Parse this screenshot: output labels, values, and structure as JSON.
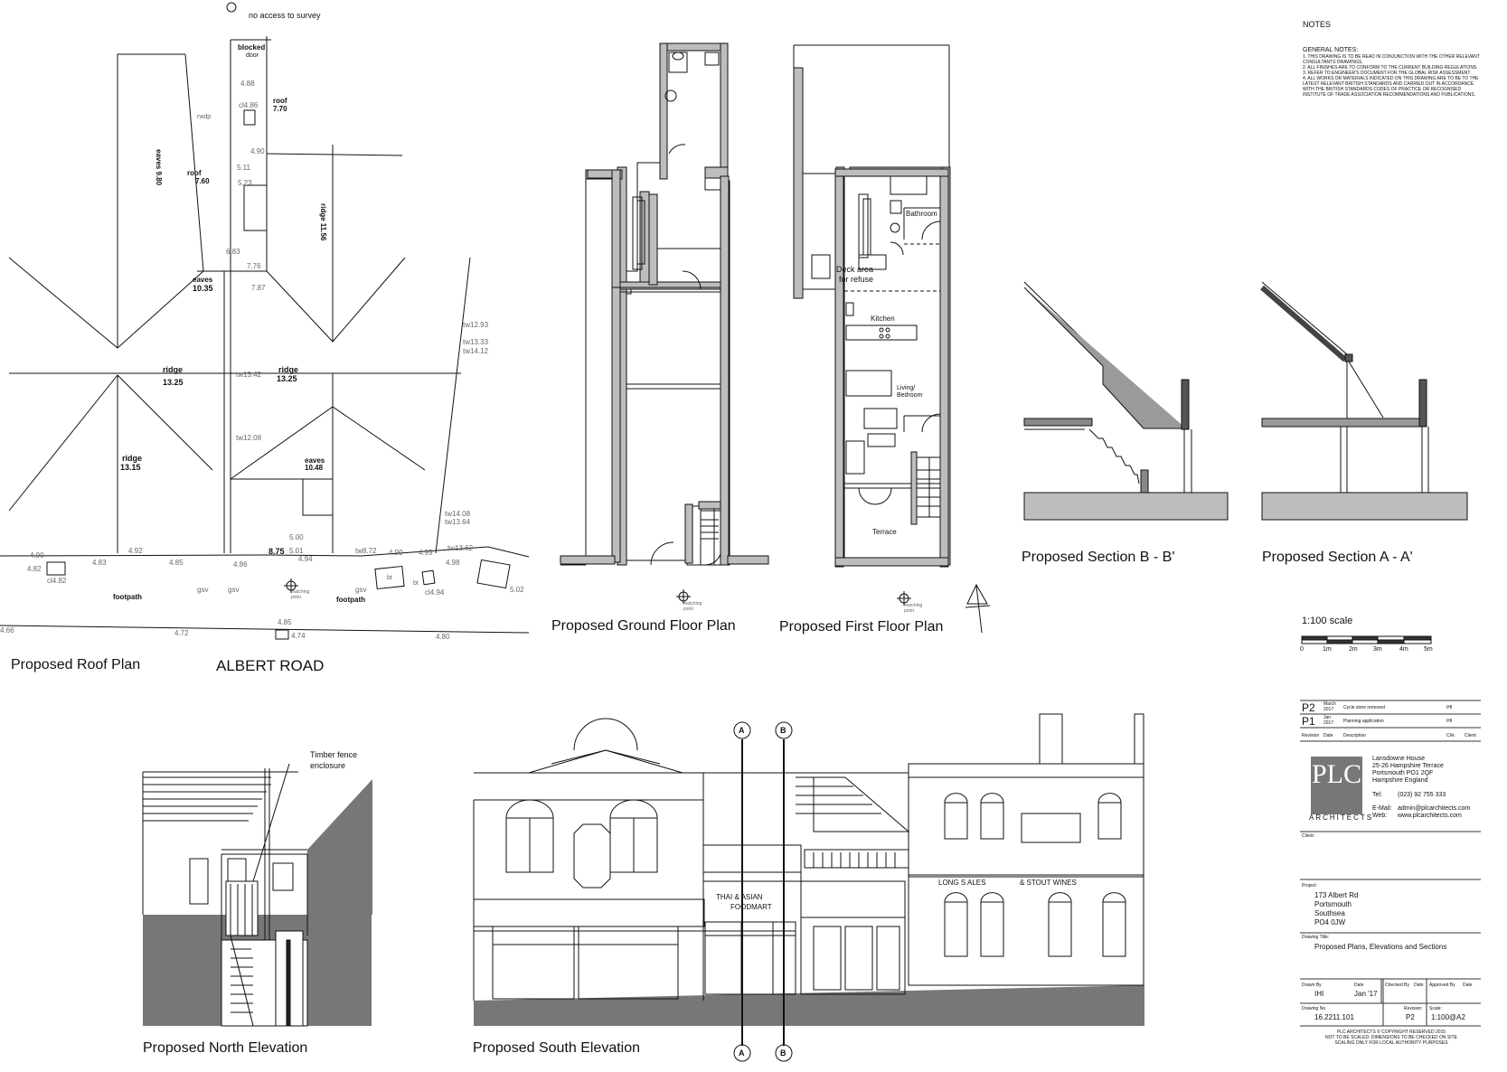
{
  "roof_plan": {
    "title": "Proposed Roof Plan",
    "road": "ALBERT ROAD",
    "no_access": "no access to survey",
    "blocked": "blocked",
    "door": "door",
    "roof_a_label": "roof",
    "roof_a_val": "7.70",
    "roof_b_label": "roof",
    "roof_b_val": "7.60",
    "eaves_a_label": "eaves",
    "eaves_a_val": "10.35",
    "eaves_rot": "eaves 9.80",
    "ridge_a_label": "ridge",
    "ridge_a_val": "13.25",
    "ridge_b_label": "ridge",
    "ridge_b_val": "13.25",
    "ridge_c_label": "ridge",
    "ridge_c_val": "13.15",
    "eaves_b_label": "eaves",
    "eaves_b_val": "10.48",
    "ridge_rot": "ridge 11.56",
    "val_875": "8.75",
    "footpath_a": "footpath",
    "footpath_b": "footpath",
    "spot": [
      "4.88",
      "cl4.86",
      "rwdp",
      "4.90",
      "5.11",
      "5.23",
      "6.83",
      "7.76",
      "7.87",
      "tw13.42",
      "tw12.08",
      "5.00",
      "5.01",
      "4.94",
      "tw8.72",
      "4.99",
      "4.99",
      "tw13.62",
      "4.98",
      "4.92",
      "4.85",
      "4.83",
      "4.82",
      "cl4.82",
      "4.90",
      "4.86",
      "gsv",
      "gsv",
      "gsv",
      "tw12.93",
      "tw13.33",
      "tw14.12",
      "tw14.08",
      "tw13.64",
      "5.02",
      "cl4.94",
      "4.66",
      "4.72",
      "4.85",
      "4.74",
      "4.80",
      "bt",
      "bt",
      "matching point"
    ]
  },
  "ground_plan": {
    "title": "Proposed Ground Floor Plan",
    "note": "matching point"
  },
  "first_plan": {
    "title": "Proposed First Floor Plan",
    "bathroom": "Bathroom",
    "deck": "Deck area",
    "refuse": "for refuse",
    "kitchen": "Kitchen",
    "living1": "Living/",
    "living2": "Bedroom",
    "terrace": "Terrace",
    "note": "matching point"
  },
  "section_b": {
    "title": "Proposed Section B - B'"
  },
  "section_a": {
    "title": "Proposed Section A - A'"
  },
  "scale": {
    "title": "1:100 scale",
    "ticks": [
      "0",
      "1m",
      "2m",
      "3m",
      "4m",
      "5m"
    ]
  },
  "north_elev": {
    "title": "Proposed North Elevation",
    "note1": "Timber fence",
    "note2": "enclosure"
  },
  "south_elev": {
    "title": "Proposed South Elevation",
    "shop1": "THAI & ASIAN",
    "shop2": "FOODMART",
    "sign1": "LONG S ALES",
    "sign2": "& STOUT WINES",
    "mark_a": "A",
    "mark_b": "B"
  },
  "title_block": {
    "notes": "NOTES",
    "general": "GENERAL NOTES:",
    "general_lines": [
      "1. THIS DRAWING IS TO BE READ IN CONJUNCTION WITH THE OTHER RELEVANT",
      "CONSULTANTS DRAWINGS.",
      "2. ALL FINISHES ARE TO CONFORM TO THE CURRENT BUILDING REGULATIONS.",
      "3. REFER TO ENGINEER'S DOCUMENT FOR THE GLOBAL RISK ASSESSMENT.",
      "4. ALL WORKS OR MATERIALS INDICATED ON THIS DRAWING ARE TO BE TO THE",
      "LATEST RELEVANT BRITISH STANDARDS AND CARRIED OUT IN ACCORDANCE",
      "WITH THE BRITISH STANDARDS CODES OF PRACTICE OR RECOGNISED",
      "INSTITUTE OF TRADE ASSOCIATION RECOMMENDATIONS AND PUBLICATIONS."
    ],
    "rev": [
      {
        "id": "P2",
        "date1": "March",
        "date2": "2017",
        "desc": "Cycle store removed",
        "by": "IHI"
      },
      {
        "id": "P1",
        "date1": "Jan",
        "date2": "2017",
        "desc": "Planning application",
        "by": "IHI"
      }
    ],
    "rev_head": [
      "Revision",
      "Date",
      "Description",
      "Chk",
      "Client"
    ],
    "logo": "PLC",
    "logo_sub": "ARCHITECTS",
    "addr": [
      "Lansdowne House",
      "25-26 Hampshire Terrace",
      "Portsmouth PO1 2QF",
      "Hampshire England"
    ],
    "tel_label": "Tel:",
    "tel": "(023) 92 755 333",
    "email_label": "E-Mail:",
    "email": "admin@plcarchitects.com",
    "web_label": "Web:",
    "web": "www.plcarchitects.com",
    "client_label": "Client:",
    "project_label": "Project:",
    "project": [
      "173 Albert Rd",
      "Portsmouth",
      "Southsea",
      "PO4 0JW"
    ],
    "dtitle_label": "Drawing Title:",
    "dtitle": "Proposed Plans, Elevations and Sections",
    "drawn_label": "Drawn By",
    "drawn": "IHI",
    "date_label": "Date",
    "date": "Jan '17",
    "checked_label": "Checked By",
    "cdate_label": "Date",
    "approved_label": "Approved By",
    "adate_label": "Date",
    "dno_label": "Drawing No.",
    "dno": "16.2211.101",
    "revn_label": "Revision:",
    "revn": "P2",
    "scale_label": "Scale:",
    "scale": "1:100@A2",
    "footer": [
      "PLC ARCHITECTS    ©    COPYRIGHT RESERVED 2015",
      "NOT TO BE SCALED.  DIMENSIONS TO BE CHECKED ON SITE",
      "SCALING ONLY FOR LOCAL AUTHORITY PURPOSES"
    ]
  },
  "colors": {
    "wall": "#b8b8b8",
    "dark": "#555555",
    "ink": "#111111"
  }
}
